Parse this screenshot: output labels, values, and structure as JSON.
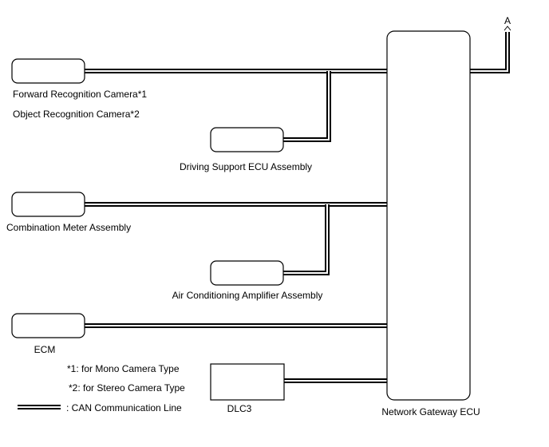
{
  "components": {
    "forward_camera": "Forward Recognition Camera*1",
    "object_camera": "Object Recognition Camera*2",
    "driving_support": "Driving Support ECU Assembly",
    "combination_meter": "Combination Meter Assembly",
    "air_conditioning": "Air Conditioning Amplifier Assembly",
    "ecm": "ECM",
    "dlc3": "DLC3",
    "gateway": "Network Gateway ECU",
    "connector_a": "A"
  },
  "notes": {
    "note1": "*1: for Mono Camera Type",
    "note2": "*2: for Stereo Camera Type"
  },
  "legend": {
    "can_line": ": CAN Communication Line"
  },
  "colors": {
    "line": "#000000",
    "background": "#ffffff"
  }
}
